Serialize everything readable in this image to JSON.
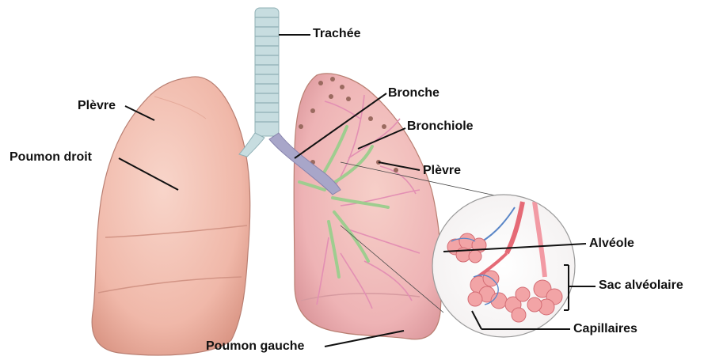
{
  "labels": {
    "trachea": "Trachée",
    "pleura_right": "Plèvre",
    "right_lung": "Poumon droit",
    "bronchus": "Bronche",
    "bronchiole": "Bronchiole",
    "pleura_left": "Plèvre",
    "alveolus": "Alvéole",
    "alveolar_sac": "Sac alvéolaire",
    "capillaries": "Capillaires",
    "left_lung": "Poumon gauche"
  },
  "colors": {
    "lung_fill": "#f3c2b4",
    "lung_shadow": "#e4a595",
    "lung_outline": "#b97f72",
    "trachea": "#c7dde0",
    "bronchi": "#a8a6c9",
    "bronchioles": "#a9d49a",
    "vessels": "#e38fb3",
    "alveoli": "#f2a4a6",
    "capillary_blue": "#5a86c7",
    "leader": "#111111"
  }
}
